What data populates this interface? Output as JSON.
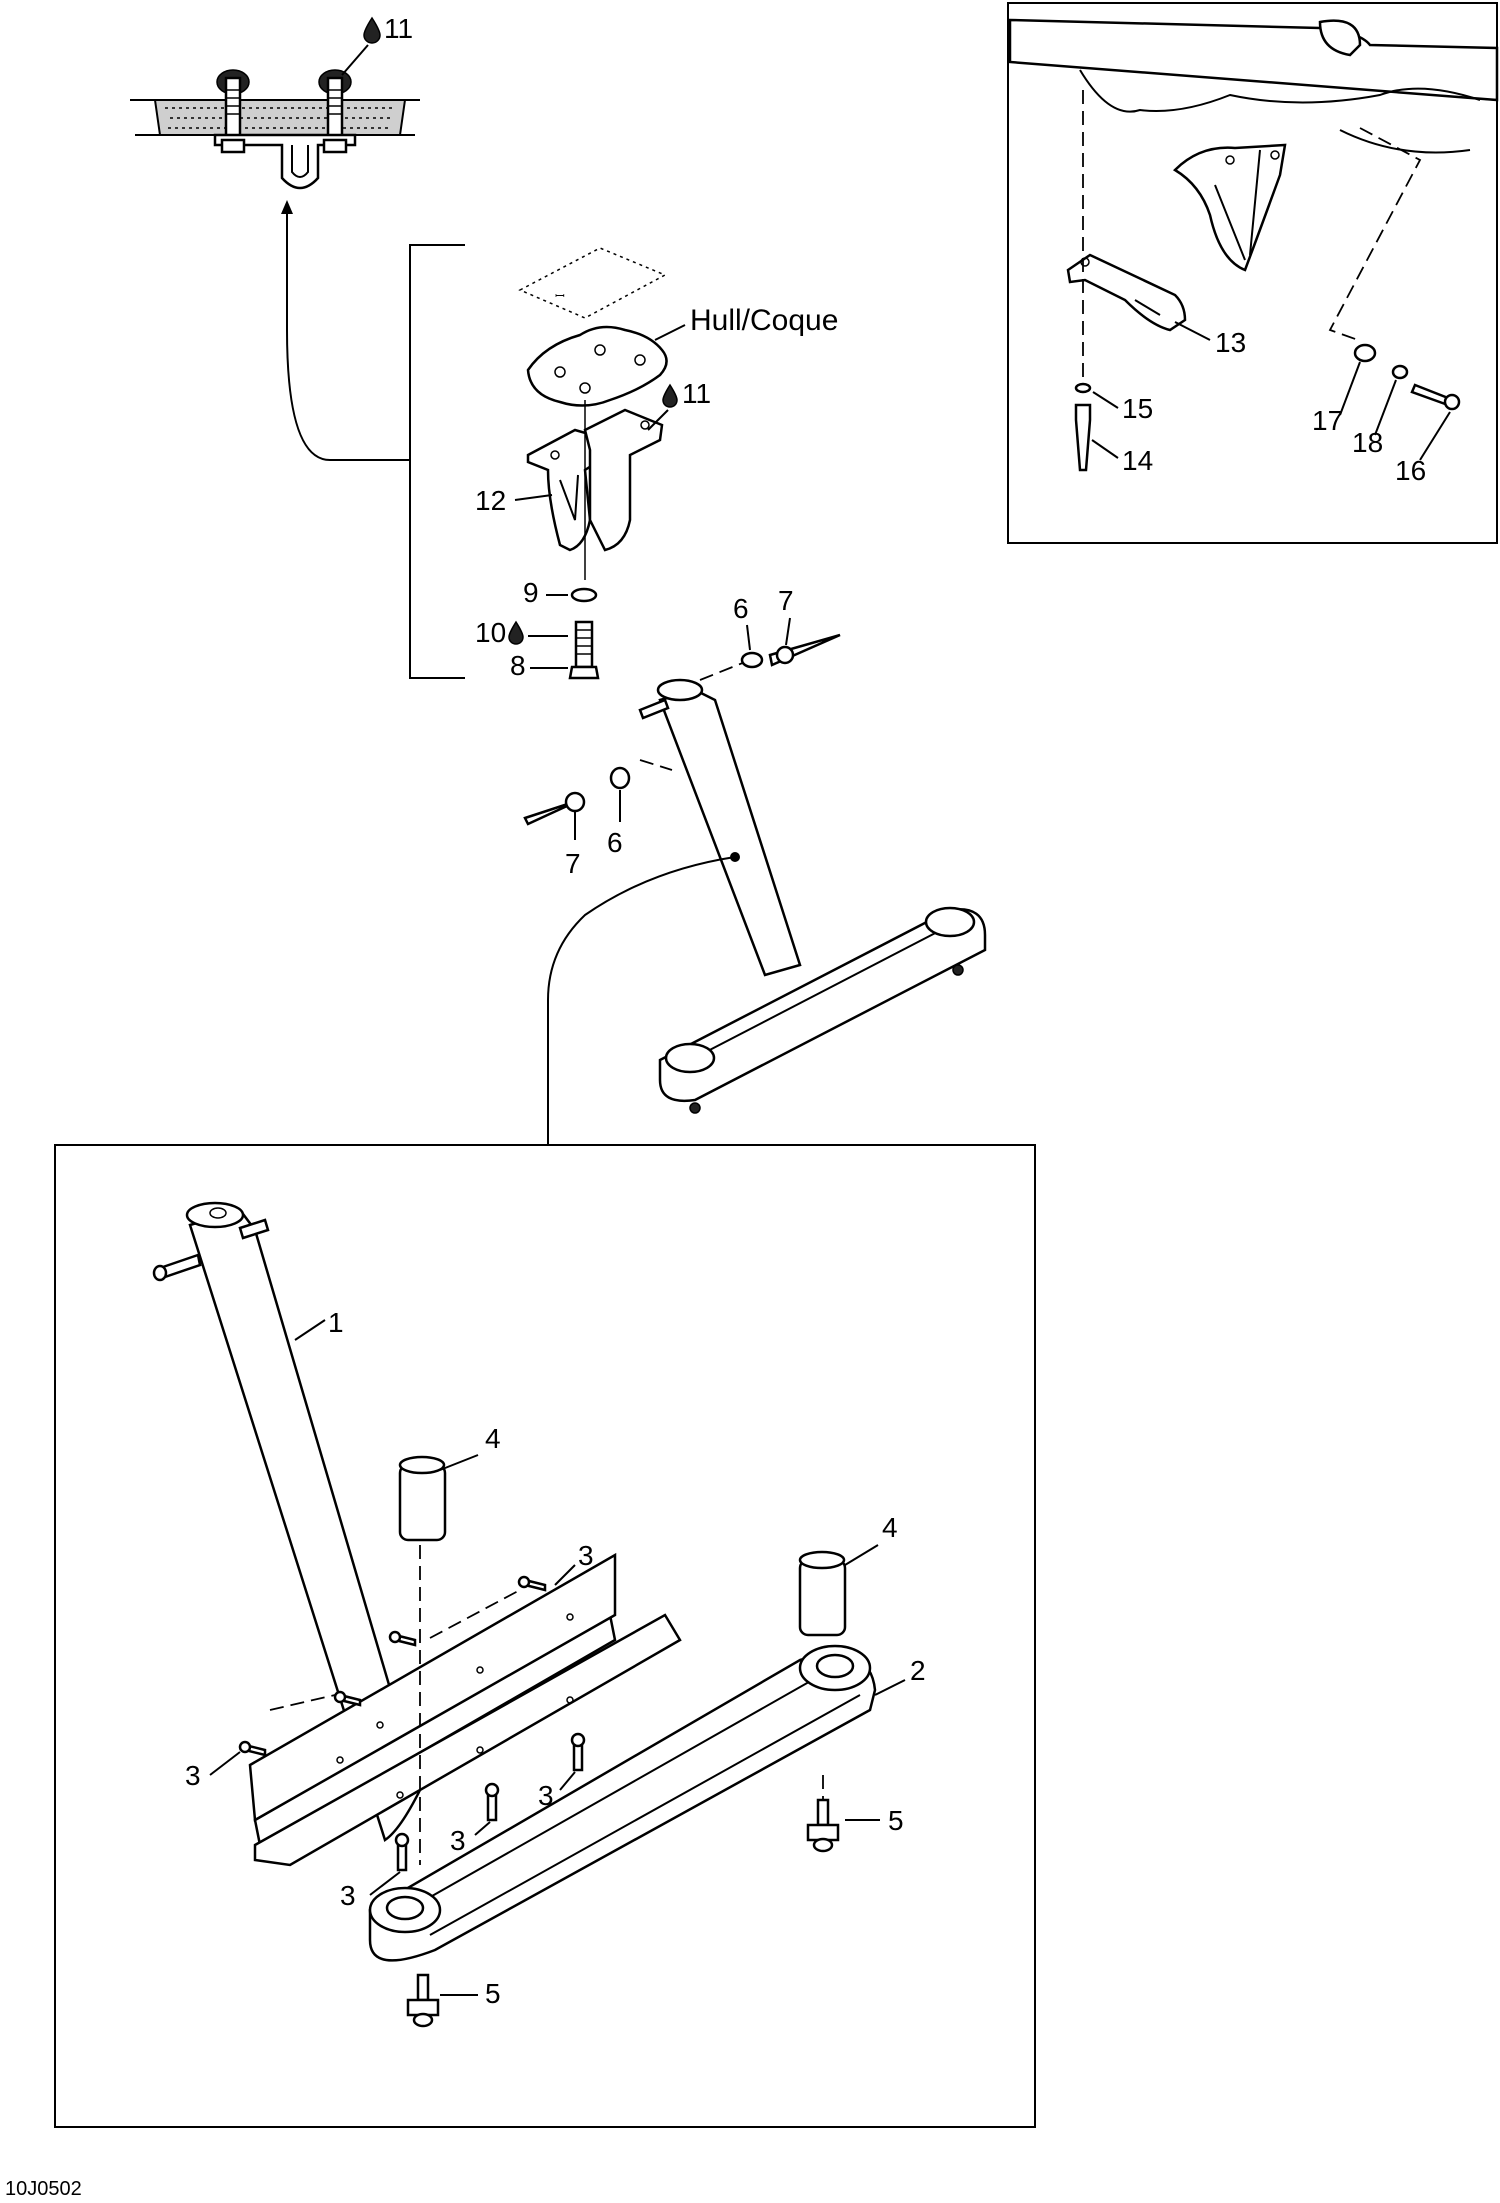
{
  "drawing": {
    "code": "10J0502",
    "hull_label": "Hull/Coque"
  },
  "callouts": [
    {
      "key": "c1",
      "text": "1"
    },
    {
      "key": "c2",
      "text": "2"
    },
    {
      "key": "c3a",
      "text": "3"
    },
    {
      "key": "c3b",
      "text": "3"
    },
    {
      "key": "c3c",
      "text": "3"
    },
    {
      "key": "c3d",
      "text": "3"
    },
    {
      "key": "c3e",
      "text": "3"
    },
    {
      "key": "c4a",
      "text": "4"
    },
    {
      "key": "c4b",
      "text": "4"
    },
    {
      "key": "c5a",
      "text": "5"
    },
    {
      "key": "c5b",
      "text": "5"
    },
    {
      "key": "c6a",
      "text": "6"
    },
    {
      "key": "c6b",
      "text": "6"
    },
    {
      "key": "c7a",
      "text": "7"
    },
    {
      "key": "c7b",
      "text": "7"
    },
    {
      "key": "c8",
      "text": "8"
    },
    {
      "key": "c9",
      "text": "9"
    },
    {
      "key": "c10",
      "text": "10"
    },
    {
      "key": "c11a",
      "text": "11"
    },
    {
      "key": "c11b",
      "text": "11"
    },
    {
      "key": "c12",
      "text": "12"
    },
    {
      "key": "c13",
      "text": "13"
    },
    {
      "key": "c14",
      "text": "14"
    },
    {
      "key": "c15",
      "text": "15"
    },
    {
      "key": "c16",
      "text": "16"
    },
    {
      "key": "c17",
      "text": "17"
    },
    {
      "key": "c18",
      "text": "18"
    }
  ]
}
